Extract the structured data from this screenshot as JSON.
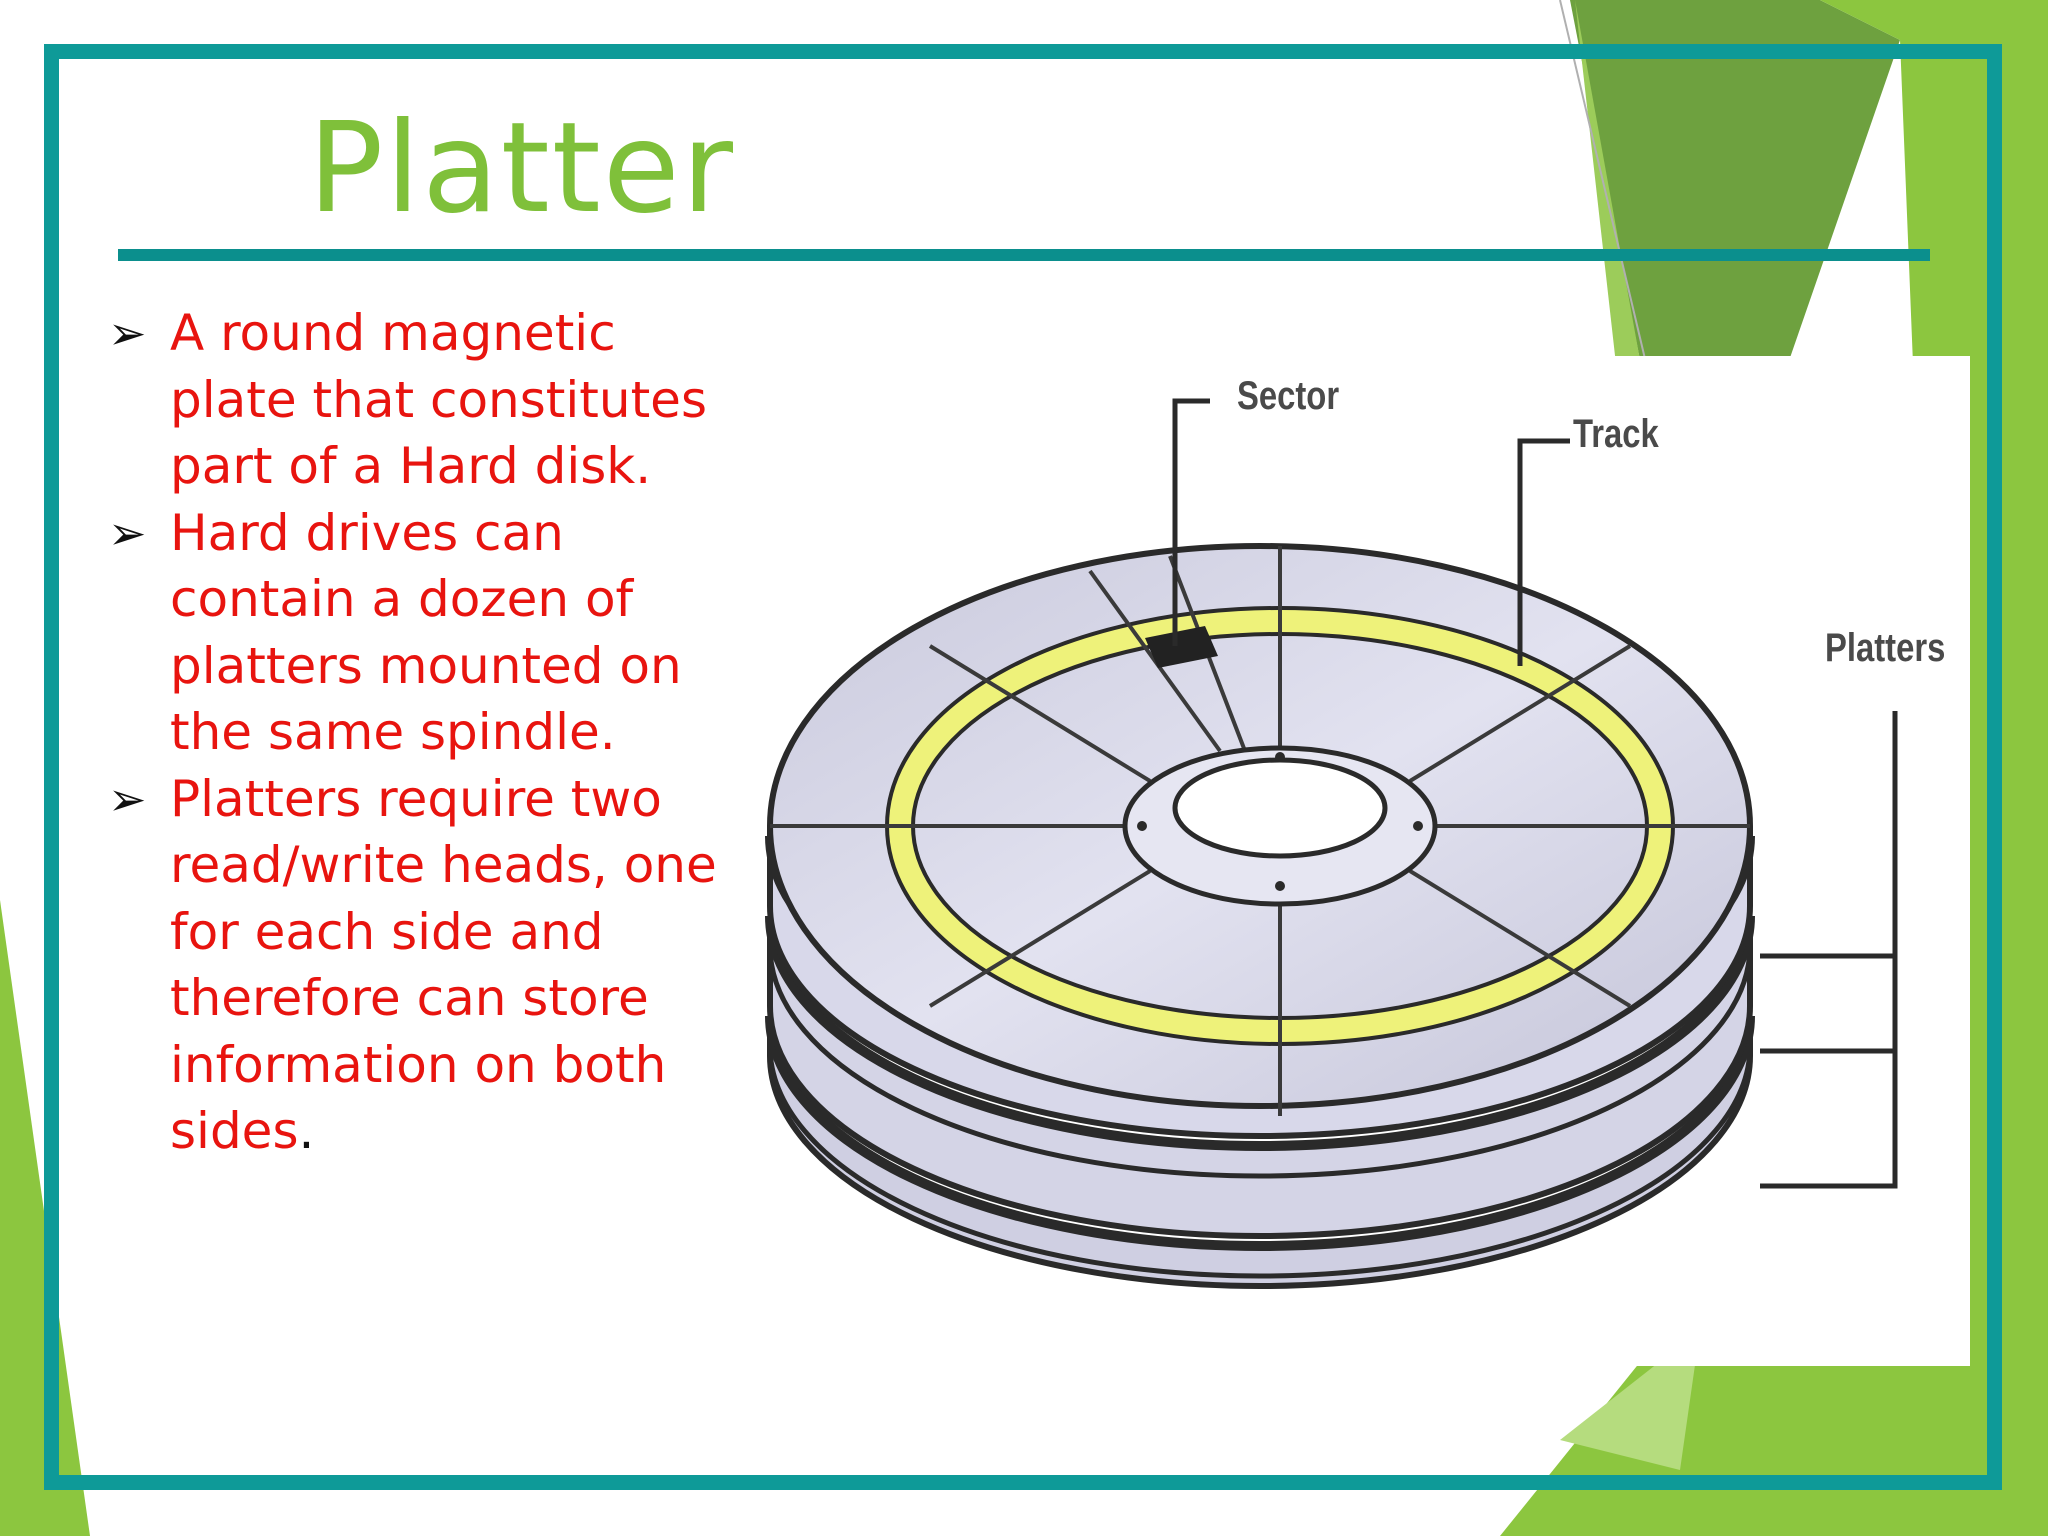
{
  "slide": {
    "title": "Platter",
    "bullets": [
      {
        "text": "A round magnetic plate that constitutes part of a Hard disk.",
        "trail": ""
      },
      {
        "text": "Hard drives can contain a dozen of platters mounted on the same spindle.",
        "trail": ""
      },
      {
        "text": "Platters require two read/write heads, one for each side and therefore can store information on both sides",
        "trail": "."
      }
    ],
    "bullet_icon": "arrowhead-bullet-icon"
  },
  "diagram": {
    "labels": {
      "sector": "Sector",
      "track": "Track",
      "platters": "Platters"
    },
    "colors": {
      "platter_fill": "#d6d6ea",
      "track_ring": "#eef27a",
      "sector_block": "#222222",
      "outline": "#2a2a2a"
    }
  },
  "theme": {
    "accent": "#7fc03a",
    "frame": "#0e9a98",
    "rule": "#0b8f8d",
    "bullet_text": "#e8140f"
  }
}
